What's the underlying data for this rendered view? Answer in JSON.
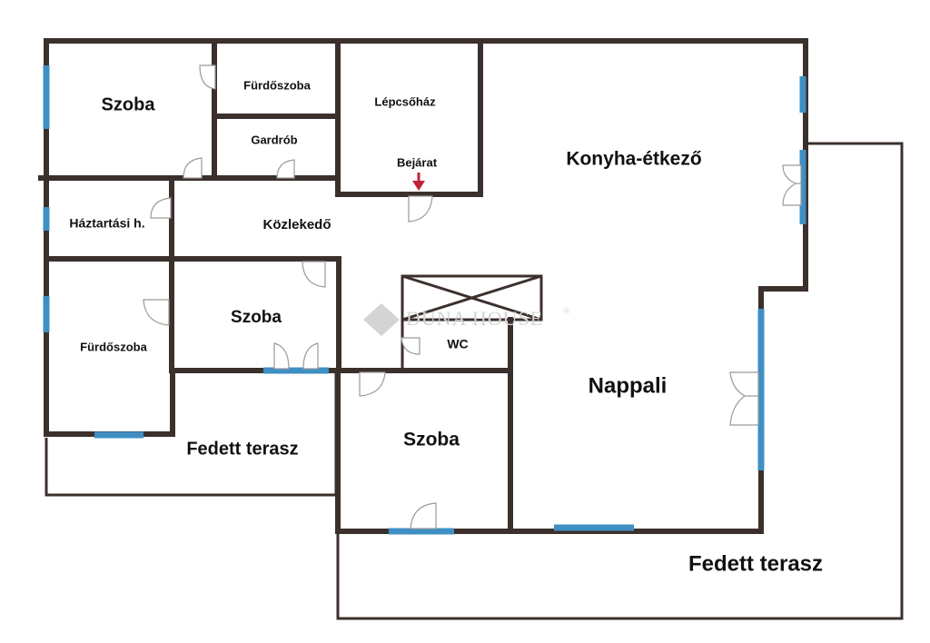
{
  "rooms": {
    "szoba_1": "Szoba",
    "furdoszoba_1": "Fürdőszoba",
    "gardrob": "Gardrób",
    "lepcsohaz": "Lépcsőház",
    "bejarat": "Bejárat",
    "konyha": "Konyha-étkező",
    "haztartasi": "Háztartási h.",
    "kozlekedo": "Közlekedő",
    "szoba_2": "Szoba",
    "furdoszoba_2": "Fürdőszoba",
    "wc": "WC",
    "nappali": "Nappali",
    "szoba_3": "Szoba",
    "terasz_1": "Fedett terasz",
    "terasz_2": "Fedett terasz"
  },
  "watermark": {
    "text": "DUNA HOUSE",
    "reg": "®"
  },
  "colors": {
    "wall": "#3b302c",
    "window": "#3f8fc4",
    "entrance_arrow": "#c0203a"
  }
}
